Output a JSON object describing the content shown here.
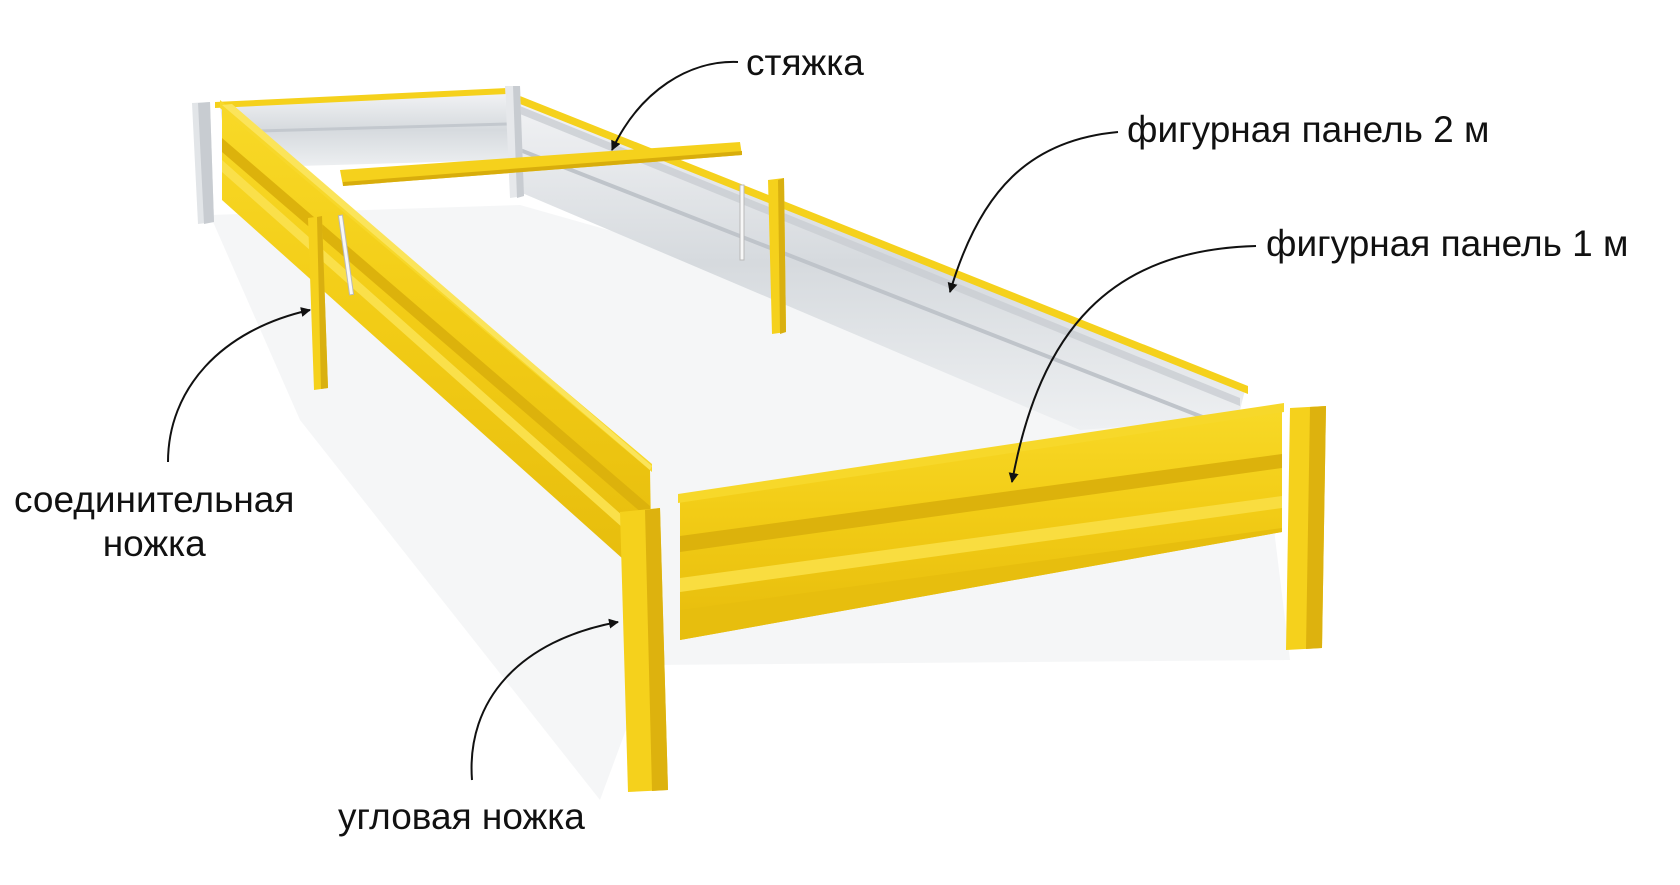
{
  "labels": {
    "tie": "стяжка",
    "panel_2m": "фигурная панель 2 м",
    "panel_1m": "фигурная панель 1 м",
    "connecting_leg_line1": "соединительная",
    "connecting_leg_line2": "ножка",
    "corner_leg": "угловая ножка"
  },
  "colors": {
    "panel_yellow": "#f5d11c",
    "panel_shade": "#e0b80e",
    "panel_dark": "#c99e08",
    "inner_silver": "#dfe2e6",
    "inner_shade": "#c3c8ce",
    "leader_line": "#111111"
  }
}
